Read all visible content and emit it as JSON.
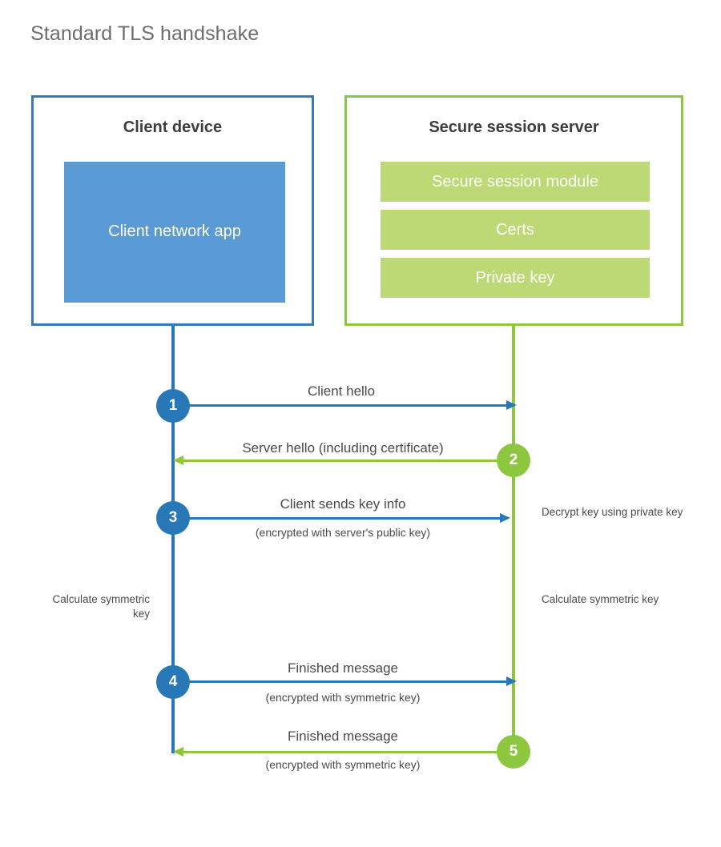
{
  "page": {
    "title": "Standard TLS handshake"
  },
  "colors": {
    "client_accent": "#2878b8",
    "client_border": "#3a78bd",
    "client_fill": "#5b9bd5",
    "server_accent": "#8dc63f",
    "server_fill": "#bdd975",
    "text": "#4a4a4a",
    "title_text": "#6d6d6d",
    "background": "#ffffff"
  },
  "actors": {
    "client": {
      "title": "Client device",
      "block": "Client network app"
    },
    "server": {
      "title": "Secure session server",
      "components": [
        "Secure session module",
        "Certs",
        "Private key"
      ]
    }
  },
  "steps": [
    {
      "number": "1",
      "direction": "client-to-server",
      "side": "client",
      "main": "Client hello",
      "sub": ""
    },
    {
      "number": "2",
      "direction": "server-to-client",
      "side": "server",
      "main": "Server hello (including certificate)",
      "sub": ""
    },
    {
      "number": "3",
      "direction": "client-to-server",
      "side": "client",
      "main": "Client sends key info",
      "sub": "(encrypted with server's public key)"
    },
    {
      "number": "4",
      "direction": "client-to-server",
      "side": "client",
      "main": "Finished message",
      "sub": "(encrypted with symmetric key)"
    },
    {
      "number": "5",
      "direction": "server-to-client",
      "side": "server",
      "main": "Finished message",
      "sub": "(encrypted with symmetric key)"
    }
  ],
  "notes": {
    "decrypt_key": "Decrypt key using private key",
    "client_calculate": "Calculate symmetric key",
    "server_calculate": "Calculate symmetric key"
  }
}
